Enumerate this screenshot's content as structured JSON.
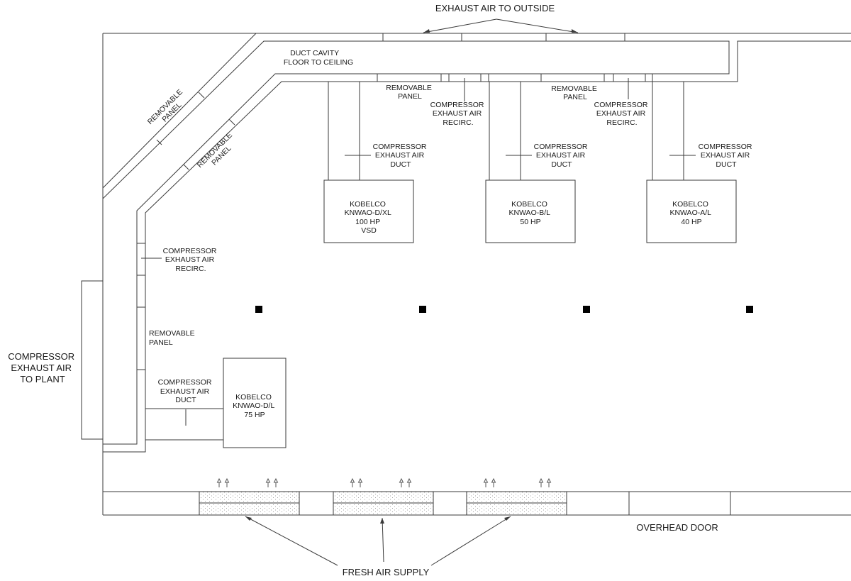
{
  "labels": {
    "exhaust_outside": "EXHAUST AIR TO OUTSIDE",
    "duct_cavity": [
      "DUCT CAVITY",
      "FLOOR TO CEILING"
    ],
    "removable_panel": [
      "REMOVABLE",
      "PANEL"
    ],
    "compressor_exhaust_recirc": [
      "COMPRESSOR",
      "EXHAUST AIR",
      "RECIRC."
    ],
    "compressor_exhaust_duct": [
      "COMPRESSOR",
      "EXHAUST AIR",
      "DUCT"
    ],
    "exhaust_to_plant": [
      "COMPRESSOR",
      "EXHAUST AIR",
      "TO PLANT"
    ],
    "overhead_door": "OVERHEAD DOOR",
    "fresh_air_supply": "FRESH AIR SUPPLY"
  },
  "compressors": [
    {
      "lines": [
        "KOBELCO",
        "KNWAO-D/XL",
        "100 HP",
        "VSD"
      ]
    },
    {
      "lines": [
        "KOBELCO",
        "KNWAO-B/L",
        "50 HP"
      ]
    },
    {
      "lines": [
        "KOBELCO",
        "KNWAO-A/L",
        "40 HP"
      ]
    },
    {
      "lines": [
        "KOBELCO",
        "KNWAO-D/L",
        "75 HP"
      ]
    }
  ]
}
